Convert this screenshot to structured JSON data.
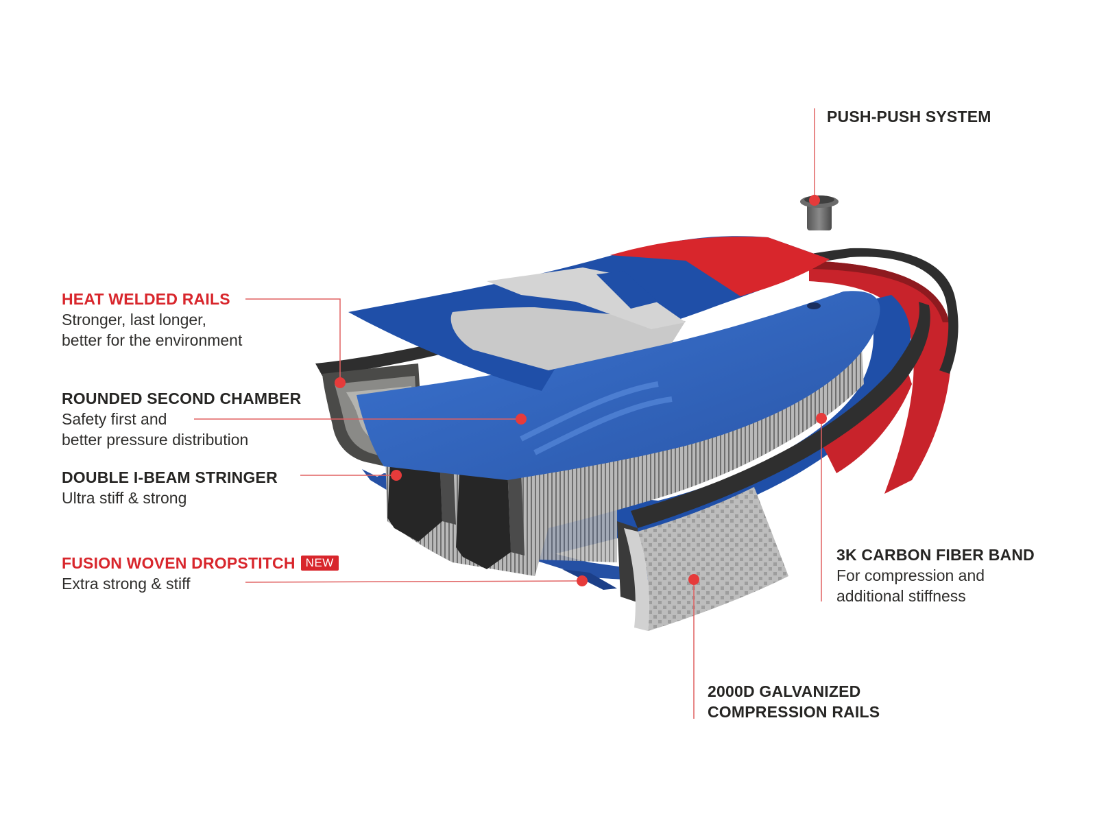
{
  "colors": {
    "accent_red": "#d8262c",
    "board_blue": "#1f4fa8",
    "board_blue_light": "#3e72cf",
    "rail_dark": "#3b3b3a",
    "rail_grey": "#a7a7a7",
    "leader_line": "#e06060",
    "text_dark": "#262523"
  },
  "callouts": {
    "heat_welded_rails": {
      "title": "HEAT WELDED RAILS",
      "desc_1": "Stronger, last longer,",
      "desc_2": "better for the environment"
    },
    "rounded_second_chamber": {
      "title": "ROUNDED SECOND CHAMBER",
      "desc_1": "Safety first and",
      "desc_2": "better pressure distribution"
    },
    "double_i_beam_stringer": {
      "title": "DOUBLE I-BEAM STRINGER",
      "desc_1": "Ultra stiff & strong"
    },
    "fusion_woven_dropstitch": {
      "title": "FUSION WOVEN DROPSTITCH",
      "badge": "NEW",
      "desc_1": "Extra strong & stiff"
    },
    "push_push_system": {
      "title": "PUSH-PUSH SYSTEM"
    },
    "carbon_fiber_band": {
      "title": "3K CARBON FIBER BAND",
      "desc_1": "For compression and",
      "desc_2": "additional stiffness"
    },
    "galvanized_rails": {
      "title_1": "2000D GALVANIZED",
      "title_2": "COMPRESSION RAILS"
    }
  }
}
